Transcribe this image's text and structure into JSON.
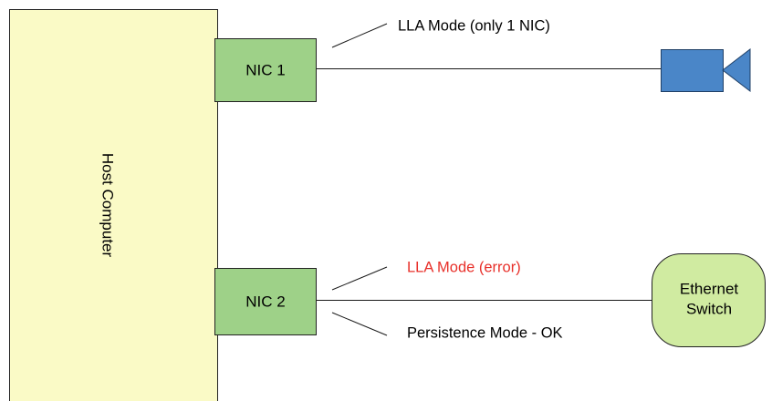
{
  "host": {
    "label": "Host Computer"
  },
  "nics": [
    {
      "label": "NIC 1"
    },
    {
      "label": "NIC 2"
    }
  ],
  "camera": {
    "icon": "video-camera-icon"
  },
  "ethernet_switch": {
    "line1": "Ethernet",
    "line2": "Switch"
  },
  "annotations": {
    "lla_single": "LLA Mode (only 1 NIC)",
    "lla_error": "LLA Mode (error)",
    "persistence_ok": "Persistence Mode - OK"
  },
  "colors": {
    "host_fill": "#fafac6",
    "nic_fill": "#9ed188",
    "camera_fill": "#4a86c8",
    "switch_fill": "#d0eba1",
    "error_text": "#e8302a"
  }
}
